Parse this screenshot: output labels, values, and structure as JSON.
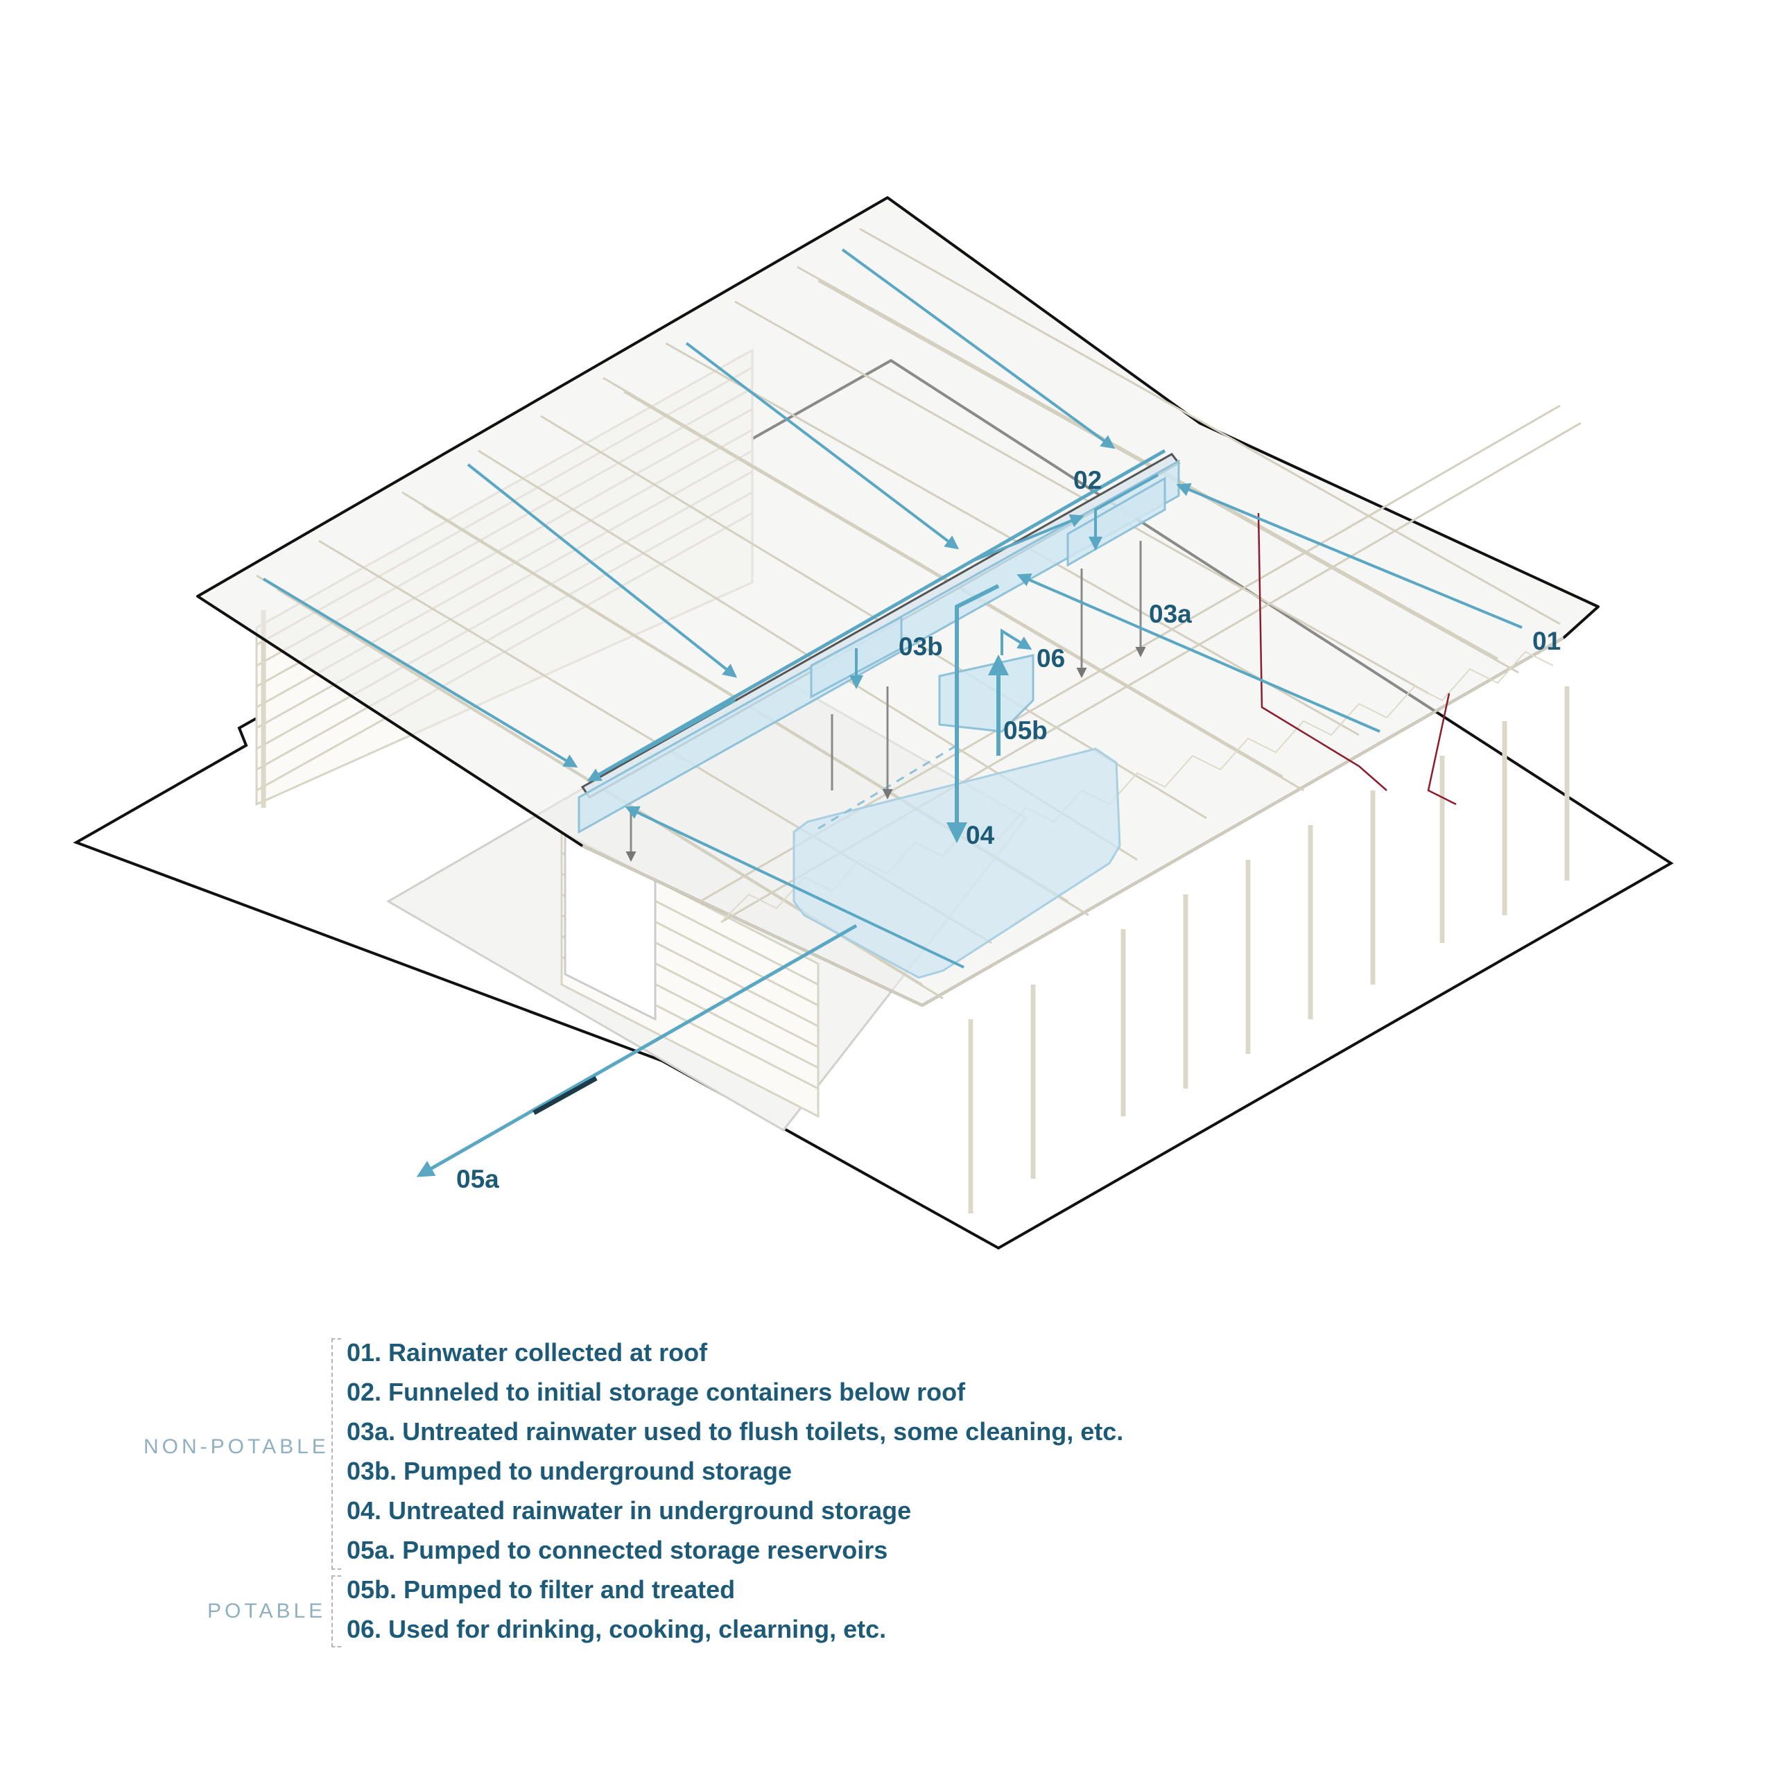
{
  "callouts": {
    "c01": "01",
    "c02": "02",
    "c03a": "03a",
    "c03b": "03b",
    "c04": "04",
    "c05a": "05a",
    "c05b": "05b",
    "c06": "06"
  },
  "legend": {
    "groups": {
      "non_potable": "NON-POTABLE",
      "potable": "POTABLE"
    },
    "items": [
      "01. Rainwater collected at roof",
      "02. Funneled to initial storage containers below roof",
      "03a. Untreated rainwater used to flush toilets, some cleaning, etc.",
      "03b. Pumped to underground storage",
      "04. Untreated rainwater in underground storage",
      "05a. Pumped to connected storage reservoirs",
      "05b. Pumped to filter and treated",
      "06. Used for drinking, cooking, clearning, etc."
    ]
  },
  "colors": {
    "water": "#5aa7c4",
    "tank": "#cfe6f1",
    "text": "#1d5a78",
    "group": "#8fb0c0",
    "structure": "#d8d4c4",
    "outline": "#111111",
    "accent": "#8b1d2c"
  }
}
